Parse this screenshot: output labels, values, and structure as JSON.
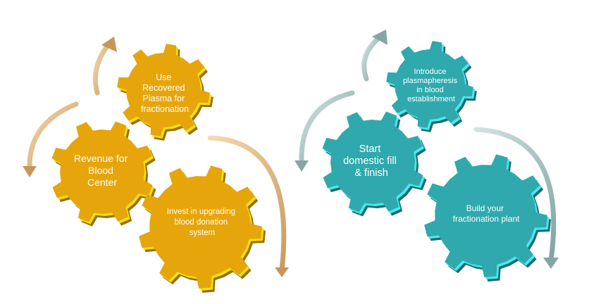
{
  "left_group": {
    "colors": {
      "face": "#e6a50a",
      "edge": "#f1e10f",
      "shade": "#9c6c04",
      "arrow": "#e2b47a"
    },
    "gears": [
      {
        "id": "use-recovered-plasma",
        "lines": [
          "Use",
          "Recovered",
          "Plasma for",
          "fractionation"
        ]
      },
      {
        "id": "revenue-for-blood-center",
        "lines": [
          "Revenue for",
          "Blood",
          "Center"
        ]
      },
      {
        "id": "invest-in-upgrading",
        "lines": [
          "Invest in upgrading",
          "blood donation",
          "system"
        ]
      }
    ]
  },
  "right_group": {
    "colors": {
      "face": "#2fa9ad",
      "edge": "#49e8ef",
      "shade": "#1a6c70",
      "arrow": "#9cbdbb"
    },
    "gears": [
      {
        "id": "introduce-plasmapheresis",
        "lines": [
          "Introduce",
          "plasmapheresis",
          "in blood",
          "establishment"
        ]
      },
      {
        "id": "start-domestic-fill-finish",
        "lines": [
          "Start",
          "domestic fill",
          "& finish"
        ]
      },
      {
        "id": "build-fractionation-plant",
        "lines": [
          "Build your",
          "fractionation plant"
        ]
      }
    ]
  }
}
